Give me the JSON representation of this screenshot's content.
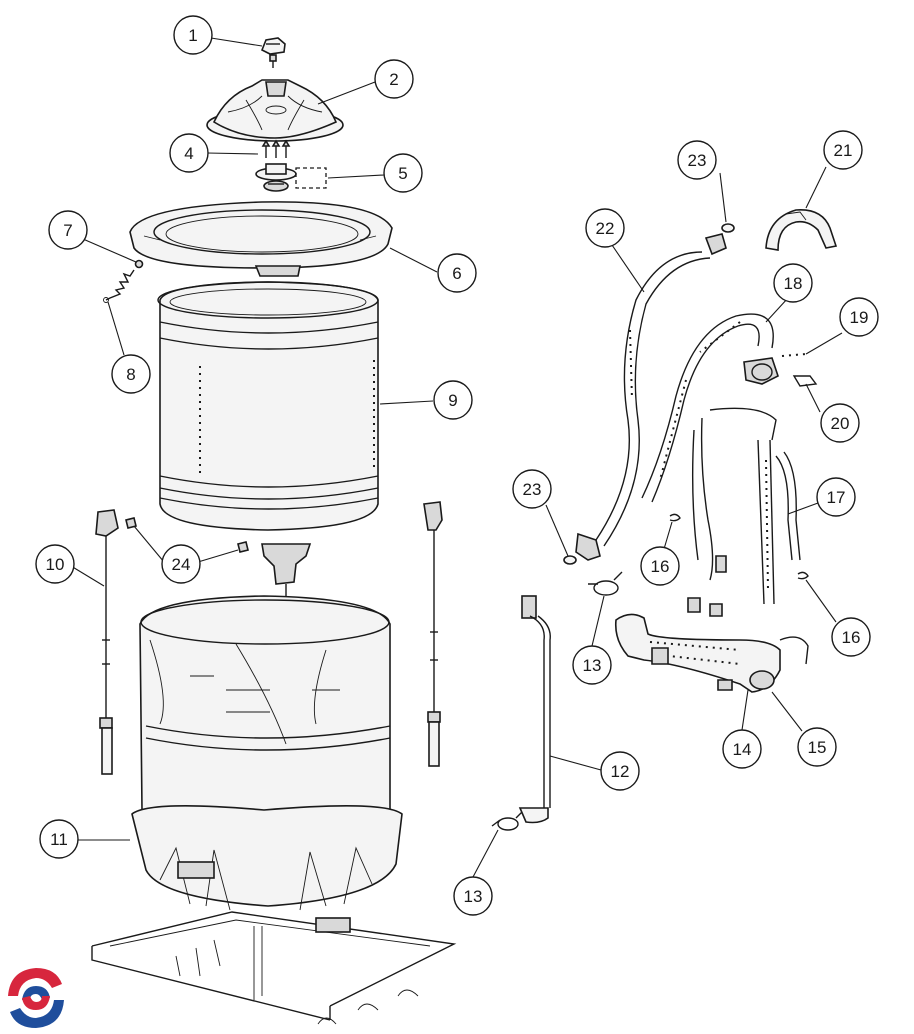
{
  "callouts": [
    {
      "id": "c1",
      "label": "1"
    },
    {
      "id": "c2",
      "label": "2"
    },
    {
      "id": "c4",
      "label": "4"
    },
    {
      "id": "c5",
      "label": "5"
    },
    {
      "id": "c7",
      "label": "7"
    },
    {
      "id": "c6",
      "label": "6"
    },
    {
      "id": "c8",
      "label": "8"
    },
    {
      "id": "c9",
      "label": "9"
    },
    {
      "id": "c10",
      "label": "10"
    },
    {
      "id": "c24",
      "label": "24"
    },
    {
      "id": "c11",
      "label": "11"
    },
    {
      "id": "c12",
      "label": "12"
    },
    {
      "id": "c13a",
      "label": "13"
    },
    {
      "id": "c13b",
      "label": "13"
    },
    {
      "id": "c23a",
      "label": "23"
    },
    {
      "id": "c21",
      "label": "21"
    },
    {
      "id": "c22",
      "label": "22"
    },
    {
      "id": "c18",
      "label": "18"
    },
    {
      "id": "c19",
      "label": "19"
    },
    {
      "id": "c20",
      "label": "20"
    },
    {
      "id": "c17",
      "label": "17"
    },
    {
      "id": "c23b",
      "label": "23"
    },
    {
      "id": "c16a",
      "label": "16"
    },
    {
      "id": "c16b",
      "label": "16"
    },
    {
      "id": "c14",
      "label": "14"
    },
    {
      "id": "c15",
      "label": "15"
    }
  ],
  "colors": {
    "ink": "#1a1a1a",
    "logo_red": "#d7263d",
    "logo_blue": "#1f4e9c"
  },
  "logo": {
    "icon": "brand-logo-icon"
  }
}
